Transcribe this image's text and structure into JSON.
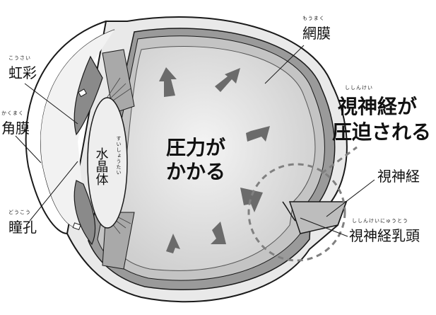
{
  "labels": {
    "retina": "網膜",
    "retina_reading": "もうまく",
    "iris": "虹彩",
    "iris_reading": "こうさい",
    "cornea": "角膜",
    "cornea_reading": "かくまく",
    "pupil": "瞳孔",
    "pupil_reading": "どうこう",
    "lens": "水晶体",
    "lens_reading": "すいしょうたい",
    "optic_nerve": "視神経",
    "optic_disc": "視神経乳頭",
    "optic_disc_reading": "ししんけいにゅうとう"
  },
  "center_text": {
    "line1": "圧力が",
    "line2": "かかる"
  },
  "callout": {
    "line1": "視神経が",
    "line1_reading": "ししんけい",
    "line2": "圧迫される"
  },
  "colors": {
    "arrow": "#6b6b6b",
    "vitreous": "#d6d6d6",
    "sclera": "#e9e9e9",
    "choroid": "#9a9a9a",
    "iris": "#8a8a8a",
    "dashed": "#808080",
    "outline": "#1a1a1a"
  }
}
